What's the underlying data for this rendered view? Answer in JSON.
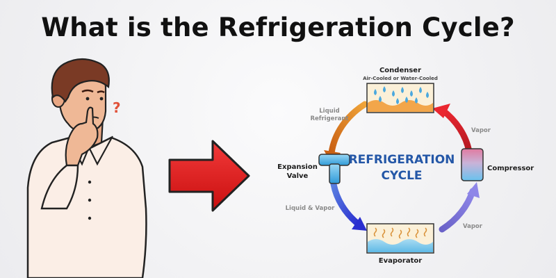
{
  "title": "What is the Refrigeration Cycle?",
  "diagram": {
    "center_line1": "REFRIGERATION",
    "center_line2": "CYCLE",
    "condenser": {
      "label": "Condenser",
      "sublabel": "Air-Cooled or Water-Cooled"
    },
    "compressor": {
      "label": "Compressor"
    },
    "evaporator": {
      "label": "Evaporator"
    },
    "expansion_valve": {
      "label_line1": "Expansion",
      "label_line2": "Valve"
    },
    "flow_labels": {
      "liquid_refrigerant_line1": "Liquid",
      "liquid_refrigerant_line2": "Refrigerant",
      "vapor_top": "Vapor",
      "vapor_bottom": "Vapor",
      "liquid_vapor": "Liquid & Vapor"
    },
    "question_mark": "?"
  },
  "colors": {
    "pointer_arrow": "#e21b1b",
    "arc_orange": "#dd7a1b",
    "arc_red": "#d8202a",
    "arc_blue": "#3c46d8",
    "arc_purple": "#6b63cf",
    "center_text": "#2457a7",
    "question_mark": "#e0523a"
  },
  "icons": [
    "thinking-person-illustration",
    "right-arrow-icon",
    "water-drop-icon",
    "heat-wave-icon"
  ]
}
